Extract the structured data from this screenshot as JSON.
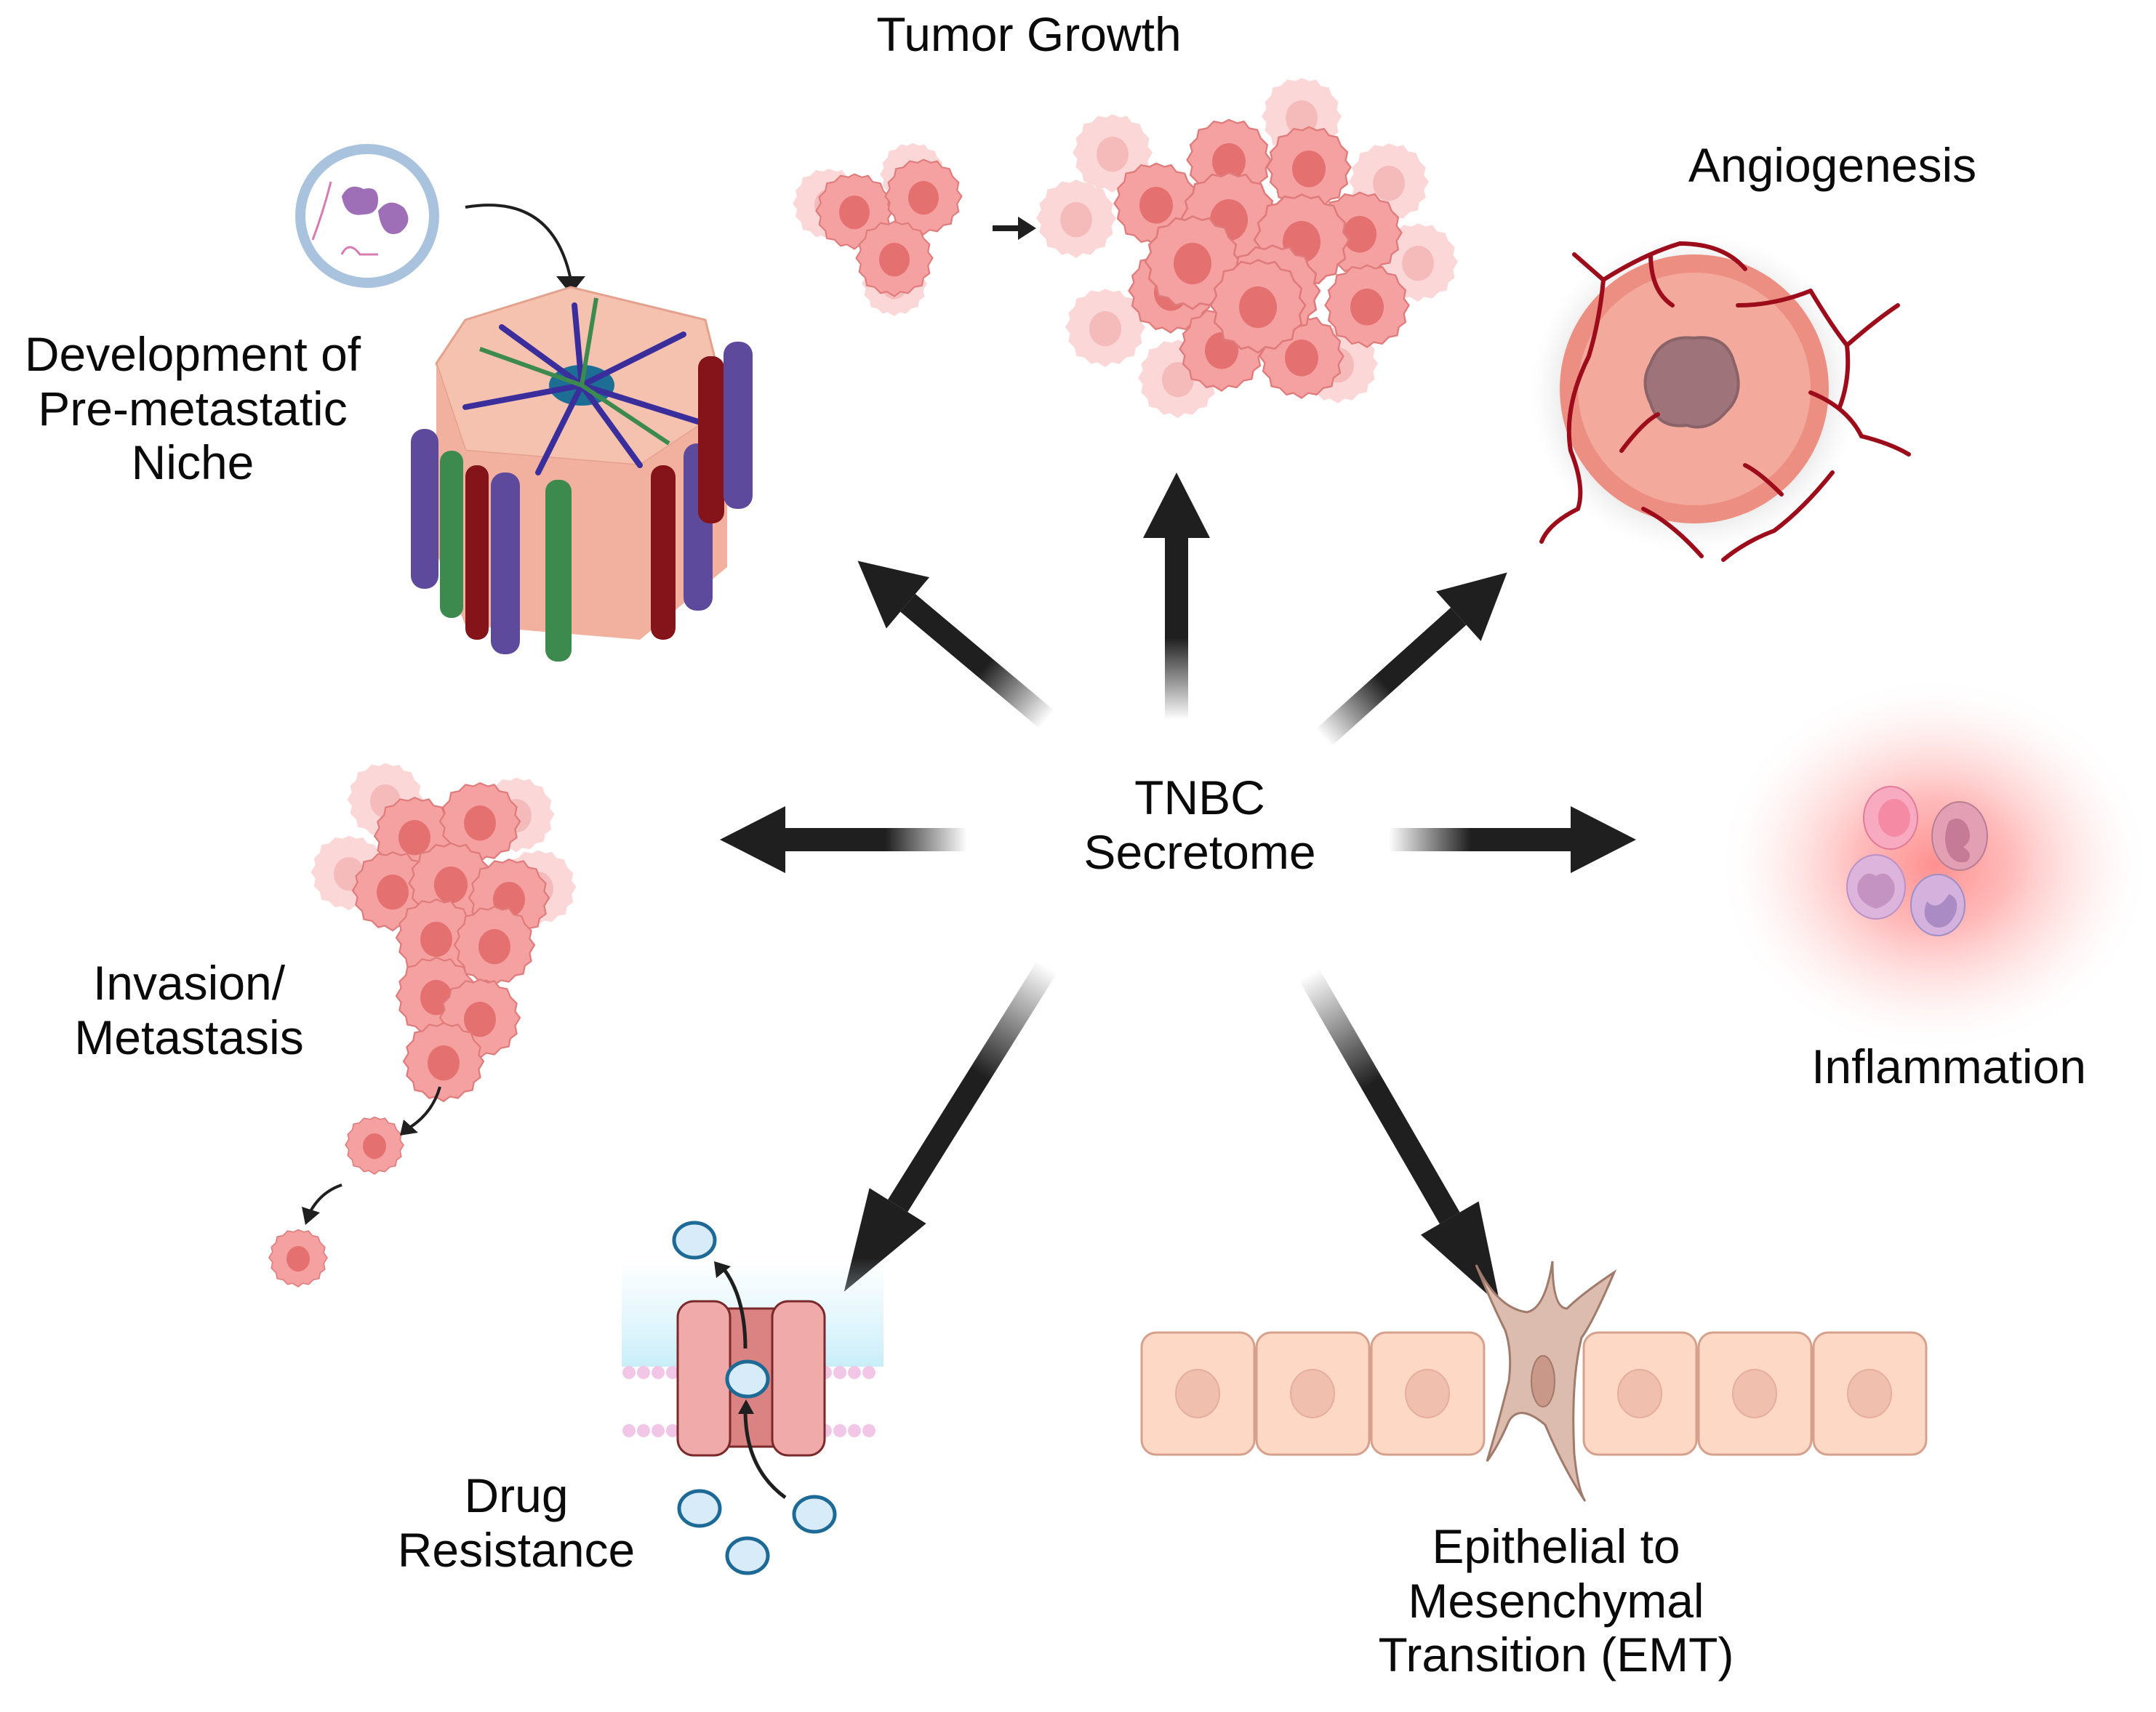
{
  "figure": {
    "center": {
      "label": "TNBC\nSecretome"
    },
    "outcomes": [
      {
        "id": "tumor-growth",
        "label": "Tumor Growth"
      },
      {
        "id": "angiogenesis",
        "label": "Angiogenesis"
      },
      {
        "id": "inflammation",
        "label": "Inflammation"
      },
      {
        "id": "emt",
        "label": "Epithelial to\nMesenchymal\nTransition (EMT)"
      },
      {
        "id": "drug-resistance",
        "label": "Drug\nResistance"
      },
      {
        "id": "invasion-metastasis",
        "label": "Invasion/\nMetastasis"
      },
      {
        "id": "pre-metastatic-niche",
        "label": "Development of\nPre-metastatic\nNiche"
      }
    ]
  },
  "colors": {
    "arrow": "#1f1f1f",
    "tumor_cell": "#f4a3a3",
    "tumor_nucleus": "#e37373",
    "vessel_red": "#9c0c1a",
    "vessel_purple": "#5e4a9c",
    "vessel_green": "#3c8a4e",
    "epithelial_cell": "#fdd9c5",
    "mesenchymal_cell": "#dcbcae",
    "drug_molecule_fill": "#d7ebf8",
    "drug_molecule_stroke": "#1d6a96",
    "channel": "#eea9a9",
    "membrane_heads": "#f2c6e6",
    "inflammation_glow": "#ff8e8e"
  }
}
